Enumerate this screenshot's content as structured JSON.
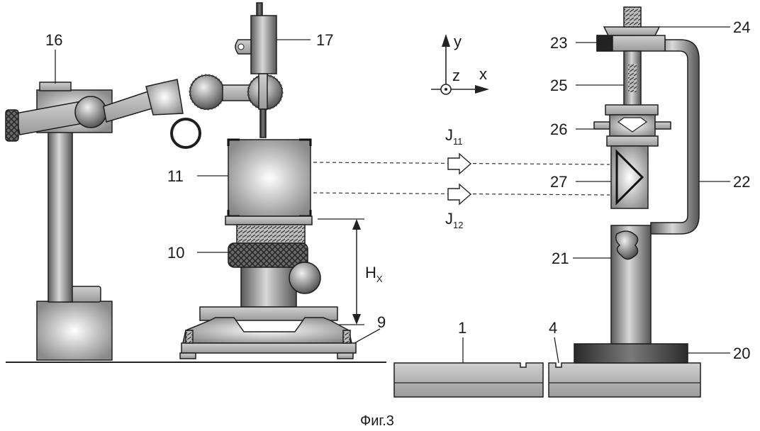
{
  "caption": "Фиг.3",
  "labels": {
    "l16": "16",
    "l17": "17",
    "l11": "11",
    "l10": "10",
    "l9": "9",
    "l1": "1",
    "l4": "4",
    "l20": "20",
    "l21": "21",
    "l22": "22",
    "l23": "23",
    "l24": "24",
    "l25": "25",
    "l26": "26",
    "l27": "27"
  },
  "axes": {
    "y": "y",
    "z": "z",
    "x": "x"
  },
  "beams": {
    "j11_main": "J",
    "j11_sub": "11",
    "j12_main": "J",
    "j12_sub": "12"
  },
  "height": {
    "main": "H",
    "sub": "X"
  }
}
